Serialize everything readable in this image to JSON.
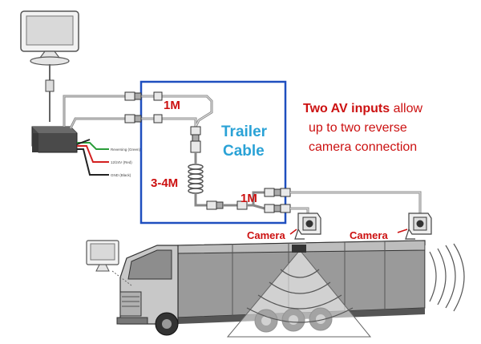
{
  "labels": {
    "segment_1m_top": "1M",
    "trailer_cable_line1": "Trailer",
    "trailer_cable_line2": "Cable",
    "coil_length": "3-4M",
    "segment_1m_bottom": "1M",
    "camera_left": "Camera",
    "camera_right": "Camera",
    "wire_green": "Reversing (Green)",
    "wire_red": "12/24V (Red)",
    "wire_black": "GND (Black)"
  },
  "info": {
    "line1_bold": "Two AV inputs",
    "line1_rest": " allow",
    "line2": "up to two reverse",
    "line3": "camera connection"
  },
  "colors": {
    "box": "#1f4fbf",
    "cable_label": "#2aa2d6",
    "red": "#cc1111",
    "text_dark": "#111111",
    "wire_green": "#2a9d3a",
    "wire_red": "#d32020",
    "wire_black": "#222222"
  }
}
